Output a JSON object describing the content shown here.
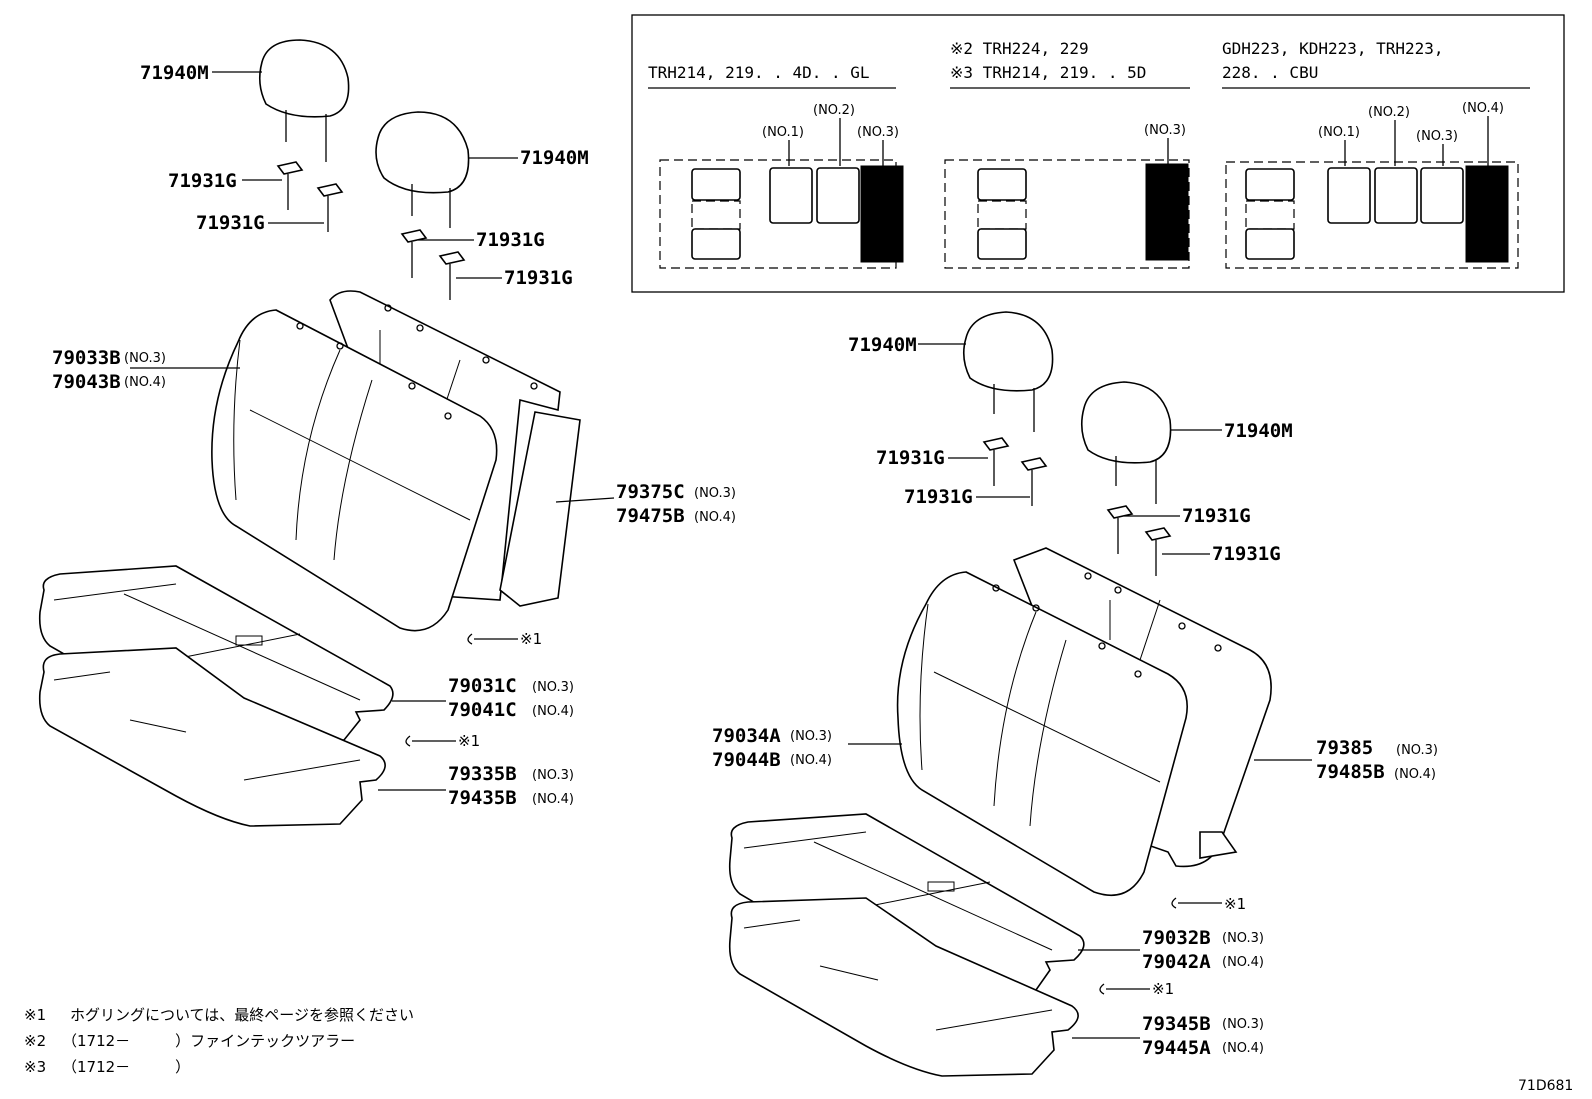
{
  "legend": {
    "col1": {
      "title": "TRH214, 219. . 4D. . GL",
      "labels": [
        "(NO.1)",
        "(NO.2)",
        "(NO.3)"
      ]
    },
    "col2": {
      "title_line1": "※2 TRH224, 229",
      "title_line2": "※3 TRH214, 219. . 5D",
      "labels": [
        "(NO.3)"
      ]
    },
    "col3": {
      "title_line1": "GDH223, KDH223, TRH223,",
      "title_line2": "228. . CBU",
      "labels": [
        "(NO.1)",
        "(NO.2)",
        "(NO.3)",
        "(NO.4)"
      ]
    }
  },
  "left_assembly": {
    "headrest_1": "71940M",
    "headrest_2": "71940M",
    "guide_1": "71931G",
    "guide_2": "71931G",
    "guide_3": "71931G",
    "guide_4": "71931G",
    "seatback": {
      "part_a": "79033B",
      "sub_a": "(NO.3)",
      "part_b": "79043B",
      "sub_b": "(NO.4)"
    },
    "back_board": {
      "part_a": "79375C",
      "sub_a": "(NO.3)",
      "part_b": "79475B",
      "sub_b": "(NO.4)"
    },
    "ring_1": "※1",
    "cushion_cover": {
      "part_a": "79031C",
      "sub_a": "(NO.3)",
      "part_b": "79041C",
      "sub_b": "(NO.4)"
    },
    "ring_2": "※1",
    "cushion_pad": {
      "part_a": "79335B",
      "sub_a": "(NO.3)",
      "part_b": "79435B",
      "sub_b": "(NO.4)"
    }
  },
  "right_assembly": {
    "headrest_1": "71940M",
    "headrest_2": "71940M",
    "guide_1": "71931G",
    "guide_2": "71931G",
    "guide_3": "71931G",
    "guide_4": "71931G",
    "seatback": {
      "part_a": "79034A",
      "sub_a": "(NO.3)",
      "part_b": "79044B",
      "sub_b": "(NO.4)"
    },
    "back_pad": {
      "part_a": "79385",
      "sub_a": "(NO.3)",
      "part_b": "79485B",
      "sub_b": "(NO.4)"
    },
    "ring_1": "※1",
    "cushion_cover": {
      "part_a": "79032B",
      "sub_a": "(NO.3)",
      "part_b": "79042A",
      "sub_b": "(NO.4)"
    },
    "ring_2": "※1",
    "cushion_pad": {
      "part_a": "79345B",
      "sub_a": "(NO.3)",
      "part_b": "79445A",
      "sub_b": "(NO.4)"
    }
  },
  "notes": [
    {
      "mark": "※1",
      "text": "ホグリングについては、最終ページを参照ください"
    },
    {
      "mark": "※2",
      "text": "（1712－　　　）ファインテックツアラー"
    },
    {
      "mark": "※3",
      "text": "（1712－　　　）"
    }
  ],
  "diagram_code": "71D681"
}
